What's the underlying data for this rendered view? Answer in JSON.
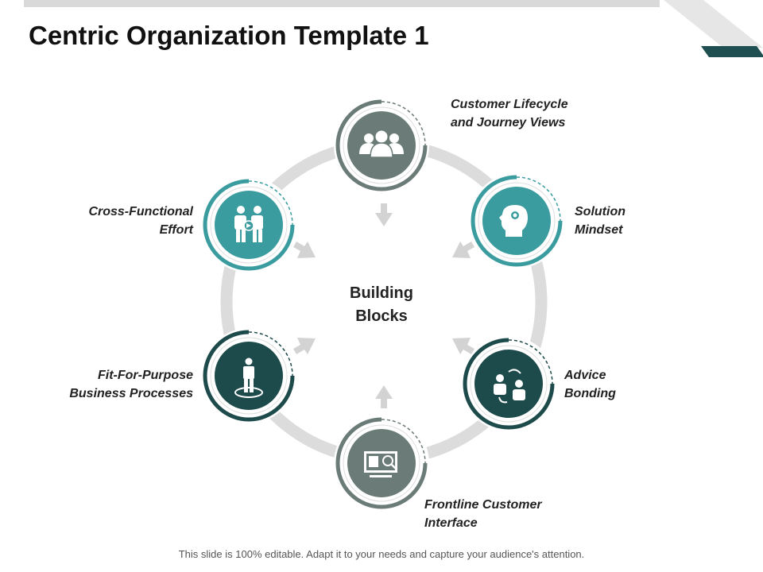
{
  "title": "Centric Organization Template 1",
  "center": {
    "line1": "Building",
    "line2": "Blocks"
  },
  "nodes": [
    {
      "id": "customer-lifecycle",
      "line1": "Customer Lifecycle",
      "line2": "and Journey Views",
      "color": "#6b7b77",
      "icon": "people-group-icon"
    },
    {
      "id": "solution-mindset",
      "line1": "Solution",
      "line2": "Mindset",
      "color": "#3a9c9f",
      "icon": "head-lightbulb-icon"
    },
    {
      "id": "advice-bonding",
      "line1": "Advice",
      "line2": "Bonding",
      "color": "#1d4a4b",
      "icon": "people-exchange-icon"
    },
    {
      "id": "frontline-customer",
      "line1": "Frontline Customer",
      "line2": "Interface",
      "color": "#6b7b77",
      "icon": "monitor-search-icon"
    },
    {
      "id": "fit-for-purpose",
      "line1": "Fit-For-Purpose",
      "line2": "Business Processes",
      "color": "#1d4a4b",
      "icon": "businessman-target-icon"
    },
    {
      "id": "cross-functional",
      "line1": "Cross-Functional",
      "line2": "Effort",
      "color": "#3a9c9f",
      "icon": "two-people-icon"
    }
  ],
  "footer": "This slide is 100% editable. Adapt it to your needs and capture your audience's attention."
}
